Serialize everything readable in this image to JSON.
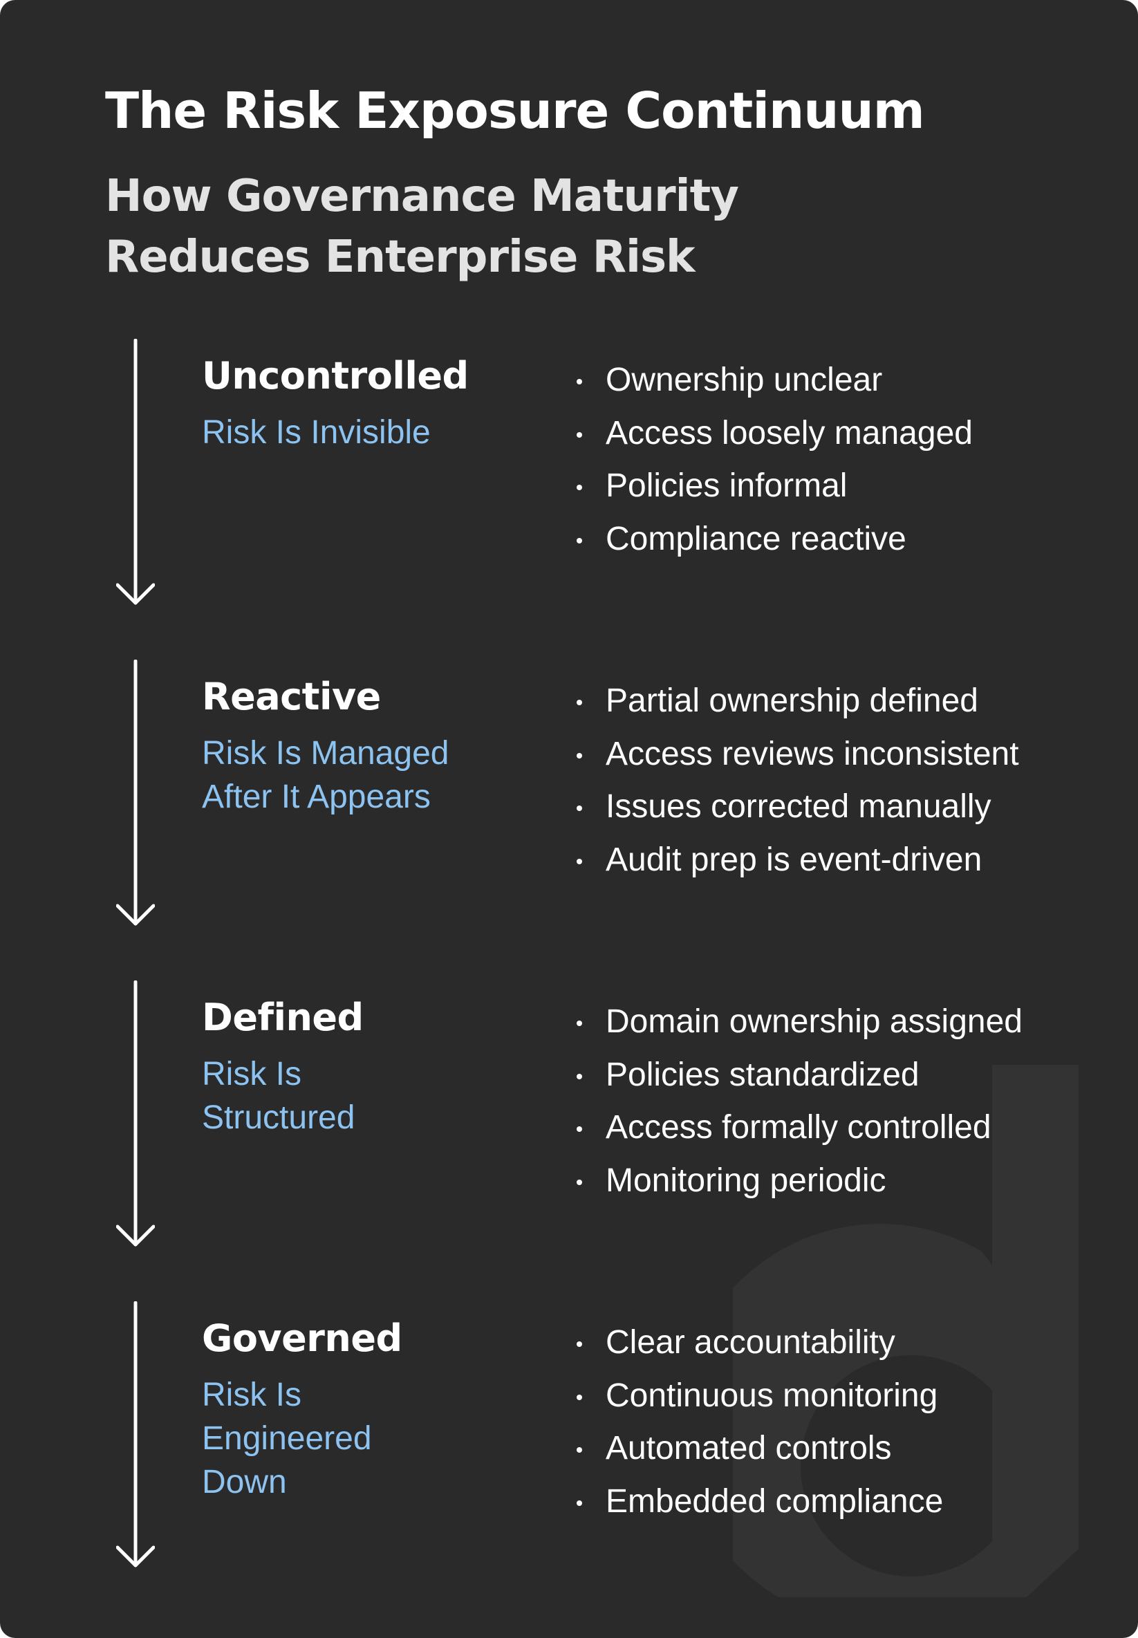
{
  "title": "The Risk Exposure Continuum",
  "subtitle": {
    "line1": "How Governance Maturity",
    "line2": "Reduces Enterprise Risk"
  },
  "stages": [
    {
      "name": "Uncontrolled",
      "description": [
        "Risk Is Invisible"
      ],
      "bullets": [
        "Ownership unclear",
        "Access loosely managed",
        "Policies informal",
        "Compliance reactive"
      ]
    },
    {
      "name": "Reactive",
      "description": [
        "Risk Is Managed",
        "After It Appears"
      ],
      "bullets": [
        "Partial ownership defined",
        "Access reviews inconsistent",
        "Issues corrected manually",
        "Audit prep is event-driven"
      ]
    },
    {
      "name": "Defined",
      "description": [
        "Risk Is",
        "Structured"
      ],
      "bullets": [
        "Domain ownership assigned",
        "Policies standardized",
        "Access formally controlled",
        "Monitoring periodic"
      ]
    },
    {
      "name": "Governed",
      "description": [
        "Risk Is",
        "Engineered",
        "Down"
      ],
      "bullets": [
        "Clear accountability",
        "Continuous monitoring",
        "Automated controls",
        "Embedded compliance"
      ]
    }
  ],
  "colors": {
    "background": "#2a2a2b",
    "title": "#ffffff",
    "subtitle": "#e3e3e3",
    "accent_blue": "#8cc3f0",
    "watermark": "#333334"
  },
  "icons": {
    "stage_arrow": "arrow-down-icon",
    "watermark": "brand-d-logo"
  }
}
